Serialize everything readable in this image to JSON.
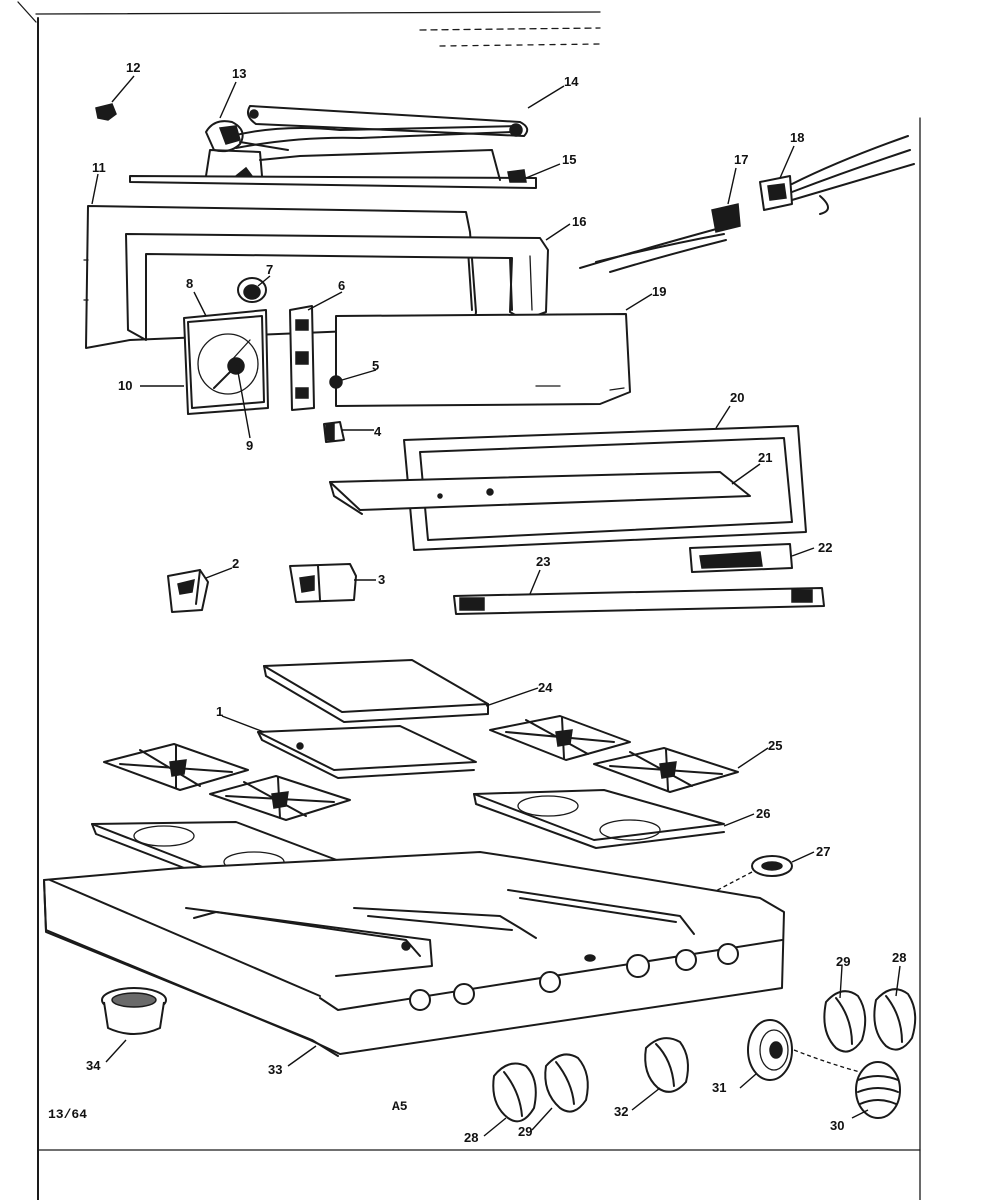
{
  "footer": {
    "page_code": "13/64",
    "sheet_id": "A5"
  },
  "part_numbers": [
    "1",
    "2",
    "3",
    "4",
    "5",
    "6",
    "7",
    "8",
    "9",
    "10",
    "11",
    "12",
    "13",
    "14",
    "15",
    "16",
    "17",
    "18",
    "19",
    "20",
    "21",
    "22",
    "23",
    "24",
    "25",
    "26",
    "27",
    "28",
    "29",
    "30",
    "31",
    "32",
    "33",
    "34"
  ],
  "duplicate_labels": {
    "second_28": "28",
    "second_29": "29"
  }
}
